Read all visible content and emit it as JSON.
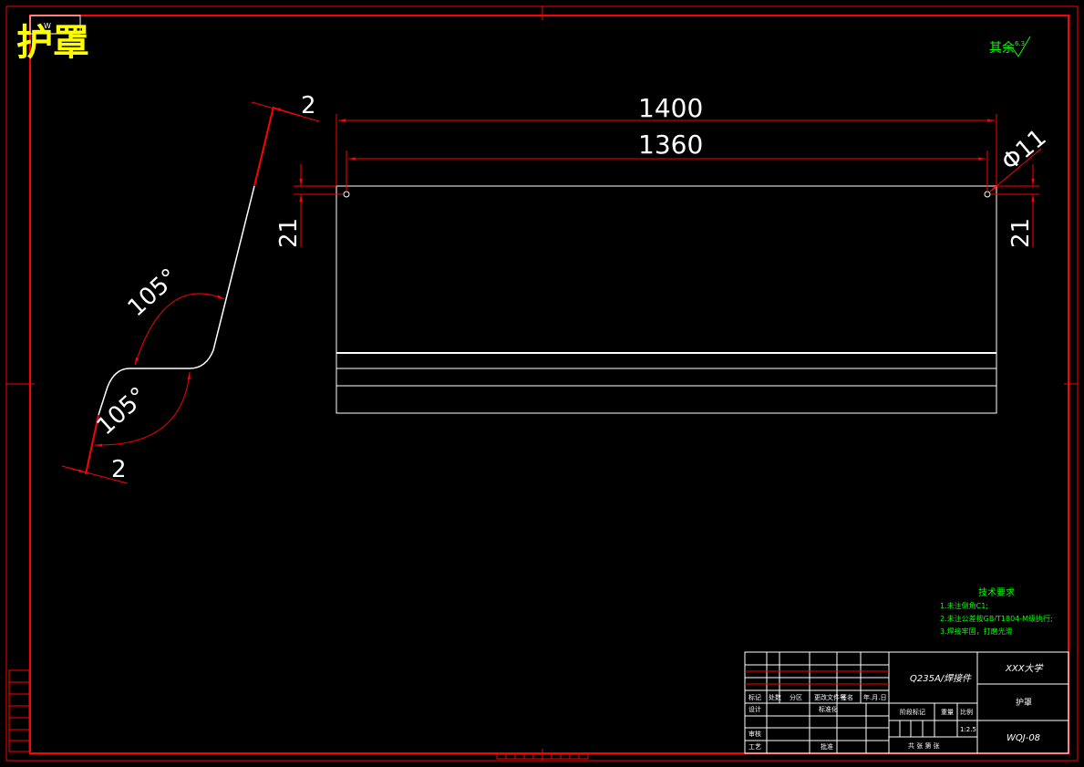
{
  "title_label": "护罩",
  "tab_label": "W",
  "roughness": {
    "label": "其余",
    "value": "6.3"
  },
  "dimensions": {
    "overall_length": "1400",
    "hole_spacing": "1360",
    "hole_diameter": "Φ11",
    "hole_offset_left": "21",
    "hole_offset_right": "21",
    "bend_angle_top": "105°",
    "bend_angle_bottom": "105°",
    "thickness_top": "2",
    "thickness_bottom": "2"
  },
  "tech_requirements": {
    "heading": "技术要求",
    "items": [
      "1.未注倒角C1;",
      "2.未注公差按GB/T1804-M级执行;",
      "3.焊接牢固，打磨光滑"
    ]
  },
  "title_block": {
    "material": "Q235A/焊接件",
    "school": "XXX大学",
    "part_name": "护罩",
    "drawing_no": "WQJ-08",
    "scale": "1:2.5",
    "header_labels": [
      "标记",
      "处数",
      "分区",
      "更改文件号",
      "签名",
      "年.月.日"
    ],
    "design": "设计",
    "standardize": "标准化",
    "review": "审核",
    "process": "工艺",
    "approve": "批准",
    "stage_mark": "阶段标记",
    "weight": "重量",
    "ratio": "比例",
    "sheets": "共  张  第  张"
  },
  "colors": {
    "frame": "#ff0000",
    "geometry": "#ffffff",
    "title": "#ffff00",
    "notes": "#00ff00"
  }
}
